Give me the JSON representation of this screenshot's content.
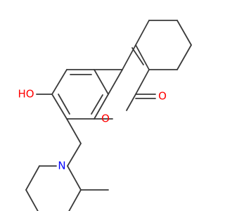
{
  "atoms": {
    "hydroxyl_label": "HO",
    "ring_oxygen_label": "O",
    "carbonyl_oxygen_label": "O",
    "nitrogen_label": "N"
  },
  "colors": {
    "bond": "#3a3a3a",
    "oxygen": "#ff0000",
    "nitrogen": "#0000ff"
  }
}
